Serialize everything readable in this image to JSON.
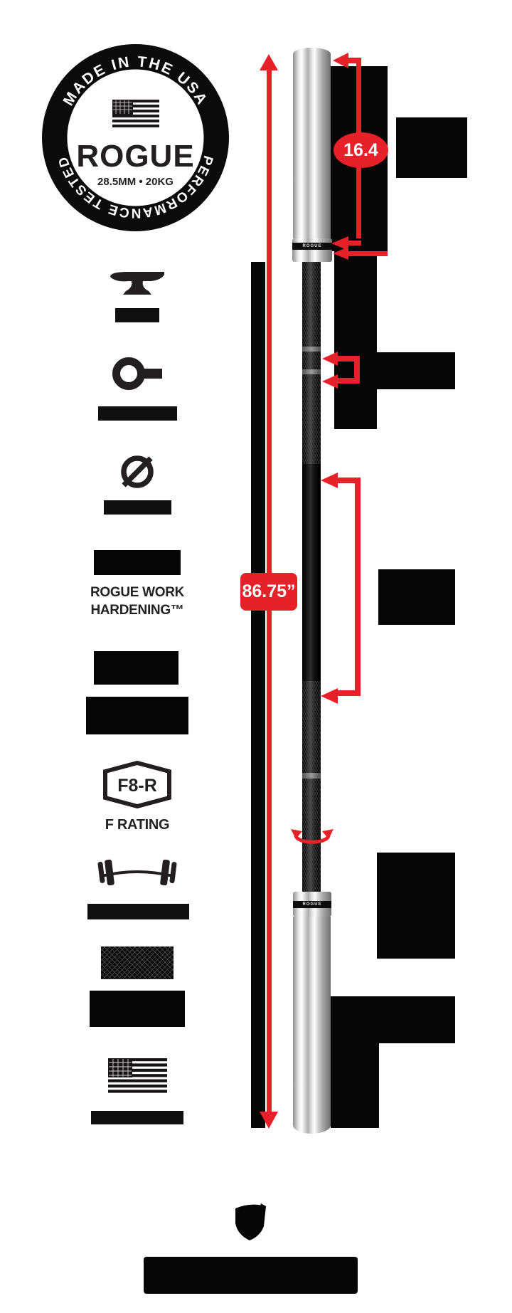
{
  "badge": {
    "arc_top": "MADE IN THE USA",
    "brand": "ROGUE",
    "spec": "28.5MM • 20KG",
    "arc_bottom": "PERFORMANCE TESTED"
  },
  "dimensions": {
    "sleeve_length": "16.4",
    "total_length": "86.75”"
  },
  "bar": {
    "top_collar_brand": "ROGUE",
    "bottom_collar_brand": "ROGUE"
  },
  "features": {
    "work_hardening_line1": "ROGUE WORK",
    "work_hardening_line2": "HARDENING™",
    "f_rating_badge": "F8-R",
    "f_rating_label": "F RATING"
  },
  "colors": {
    "accent_red": "#e7212a",
    "ink": "#231f20",
    "redacted_black": "#060606"
  }
}
